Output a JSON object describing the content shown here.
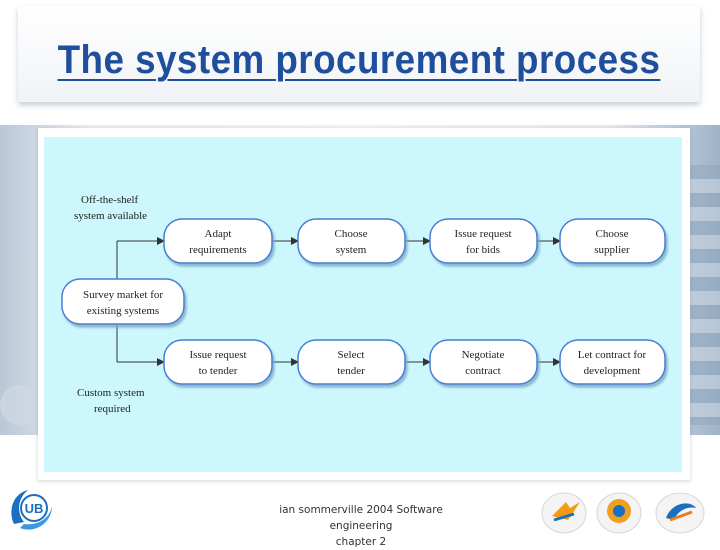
{
  "title": "The system procurement process",
  "diagram": {
    "labels": {
      "off_the_shelf": [
        "Off-the-shelf",
        "system available"
      ],
      "custom": [
        "Custom system",
        "required"
      ]
    },
    "nodes": {
      "survey": [
        "Survey market for",
        "existing systems"
      ],
      "adapt": [
        "Adapt",
        "requirements"
      ],
      "choose_system": [
        "Choose",
        "system"
      ],
      "issue_bids": [
        "Issue request",
        "for bids"
      ],
      "choose_supplier": [
        "Choose",
        "supplier"
      ],
      "issue_tender": [
        "Issue request",
        "to tender"
      ],
      "select_tender": [
        "Select",
        "tender"
      ],
      "negotiate": [
        "Negotiate",
        "contract"
      ],
      "let_contract": [
        "Let contract for",
        "development"
      ]
    }
  },
  "footer": {
    "line1": "ian sommerville 2004 Software engineering",
    "line2": "chapter 2"
  },
  "logos": {
    "left": "UB",
    "right": [
      "logo-1",
      "logo-2",
      "logo-3"
    ]
  },
  "colors": {
    "title": "#1f4e9c",
    "diagram_bg": "#ccf7fc",
    "node_fill": "#ffffff",
    "node_stroke": "#4a7fd0"
  }
}
